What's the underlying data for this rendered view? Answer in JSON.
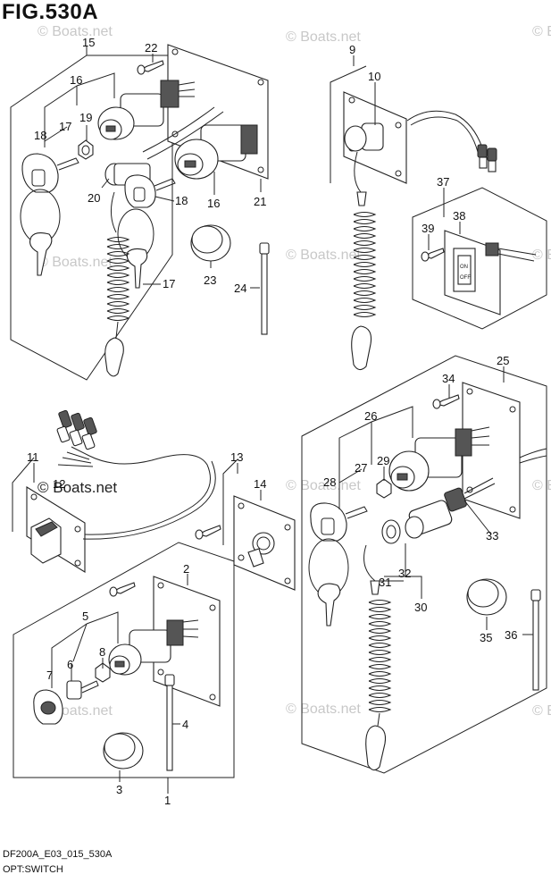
{
  "header": {
    "figure_title": "FIG.530A"
  },
  "footer": {
    "code": "DF200A_E03_015_530A",
    "name": "OPT:SWITCH"
  },
  "watermark": {
    "text": "© Boats.net",
    "dark_text": "© Boats.net"
  },
  "switch_text": {
    "on": "ON",
    "off": "OFF"
  },
  "callouts": {
    "c1": "1",
    "c2": "2",
    "c3": "3",
    "c4": "4",
    "c5": "5",
    "c6": "6",
    "c7": "7",
    "c8": "8",
    "c9": "9",
    "c10": "10",
    "c11": "11",
    "c12": "12",
    "c13": "13",
    "c14": "14",
    "c15": "15",
    "c16": "16",
    "c16b": "16",
    "c17": "17",
    "c17b": "17",
    "c18": "18",
    "c18b": "18",
    "c19": "19",
    "c20": "20",
    "c21": "21",
    "c22": "22",
    "c23": "23",
    "c24": "24",
    "c25": "25",
    "c26": "26",
    "c27": "27",
    "c28": "28",
    "c29": "29",
    "c30": "30",
    "c31": "31",
    "c32": "32",
    "c33": "33",
    "c34": "34",
    "c35": "35",
    "c36": "36",
    "c37": "37",
    "c38": "38",
    "c39": "39"
  }
}
